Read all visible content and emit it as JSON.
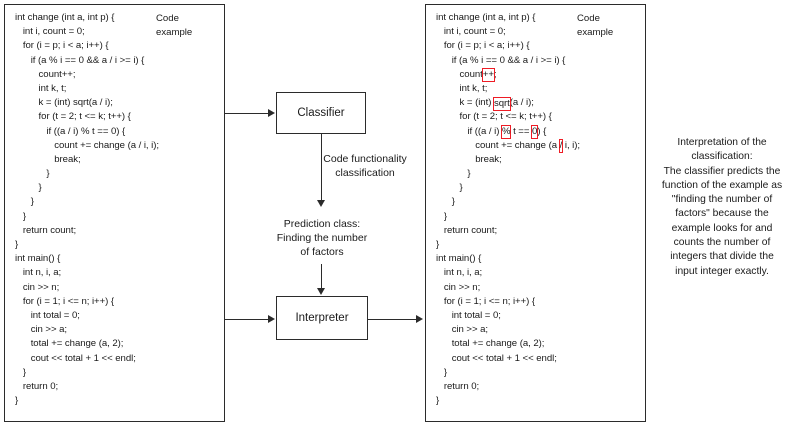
{
  "diagram": {
    "title": "Code functionality classification and interpretation pipeline"
  },
  "code_example_left": {
    "caption": "Code\nexample",
    "caption_line1": "Code",
    "caption_line2": "example",
    "lines": [
      "int change (int a, int p) {",
      "   int i, count = 0;",
      "   for (i = p; i < a; i++) {",
      "      if (a % i == 0 && a / i >= i) {",
      "         count++;",
      "         int k, t;",
      "         k = (int) sqrt(a / i);",
      "         for (t = 2; t <= k; t++) {",
      "            if ((a / i) % t == 0) {",
      "               count += change (a / i, i);",
      "               break;",
      "            }",
      "         }",
      "      }",
      "   }",
      "   return count;",
      "}",
      "int main() {",
      "   int n, i, a;",
      "   cin >> n;",
      "   for (i = 1; i <= n; i++) {",
      "      int total = 0;",
      "      cin >> a;",
      "      total += change (a, 2);",
      "      cout << total + 1 << endl;",
      "   }",
      "   return 0;",
      "}"
    ]
  },
  "code_example_right": {
    "caption_line1": "Code",
    "caption_line2": "example",
    "highlight_color": "#ee1c25",
    "highlighted_tokens": [
      "++",
      "sqrt",
      "%",
      "0",
      "/"
    ],
    "lines": [
      {
        "text": "int change (int a, int p) {"
      },
      {
        "text": "   int i, count = 0;"
      },
      {
        "text": "   for (i = p; i < a; i++) {"
      },
      {
        "text": "      if (a % i == 0 && a / i >= i) {"
      },
      {
        "pre": "         count",
        "hl": "++",
        "post": ";"
      },
      {
        "text": "         int k, t;"
      },
      {
        "pre": "         k = (int) ",
        "hl": "sqrt",
        "post": "(a / i);"
      },
      {
        "text": "         for (t = 2; t <= k; t++) {"
      },
      {
        "pre": "            if ((a / i) ",
        "hl": "%",
        "mid": " t == ",
        "hl2": "0",
        "post": ") {"
      },
      {
        "pre": "               count += change (a ",
        "hl": "/",
        "post": " i, i);"
      },
      {
        "text": "               break;"
      },
      {
        "text": "            }"
      },
      {
        "text": "         }"
      },
      {
        "text": "      }"
      },
      {
        "text": "   }"
      },
      {
        "text": "   return count;"
      },
      {
        "text": "}"
      },
      {
        "text": "int main() {"
      },
      {
        "text": "   int n, i, a;"
      },
      {
        "text": "   cin >> n;"
      },
      {
        "text": "   for (i = 1; i <= n; i++) {"
      },
      {
        "text": "      int total = 0;"
      },
      {
        "text": "      cin >> a;"
      },
      {
        "text": "      total += change (a, 2);"
      },
      {
        "text": "      cout << total + 1 << endl;"
      },
      {
        "text": "   }"
      },
      {
        "text": "   return 0;"
      },
      {
        "text": "}"
      }
    ]
  },
  "pipeline": {
    "classifier_label": "Classifier",
    "interpreter_label": "Interpreter",
    "edge_classifier_to_prediction": "Code functionality\nclassification",
    "edge_classifier_to_prediction_line1": "Code functionality",
    "edge_classifier_to_prediction_line2": "classification",
    "prediction_class_line1": "Prediction class:",
    "prediction_class_line2": "Finding the number",
    "prediction_class_line3": "of factors"
  },
  "interpretation": {
    "text": "Interpretation of the classification: The classifier predicts the function of the example as \"finding the number of factors\" because the example looks for and counts the number of integers that divide the input integer exactly.",
    "line1": "Interpretation of the",
    "line2": "classification:",
    "line3": "The classifier predicts the",
    "line4": "function of the example as",
    "line5": "\"finding the number of",
    "line6": "factors\" because the",
    "line7": "example looks for and",
    "line8": "counts the number of",
    "line9": "integers that divide the",
    "line10": "input integer exactly."
  },
  "colors": {
    "stroke": "#2b2b2b",
    "text": "#1a1a1a",
    "highlight": "#ee1c25",
    "background": "#ffffff"
  }
}
